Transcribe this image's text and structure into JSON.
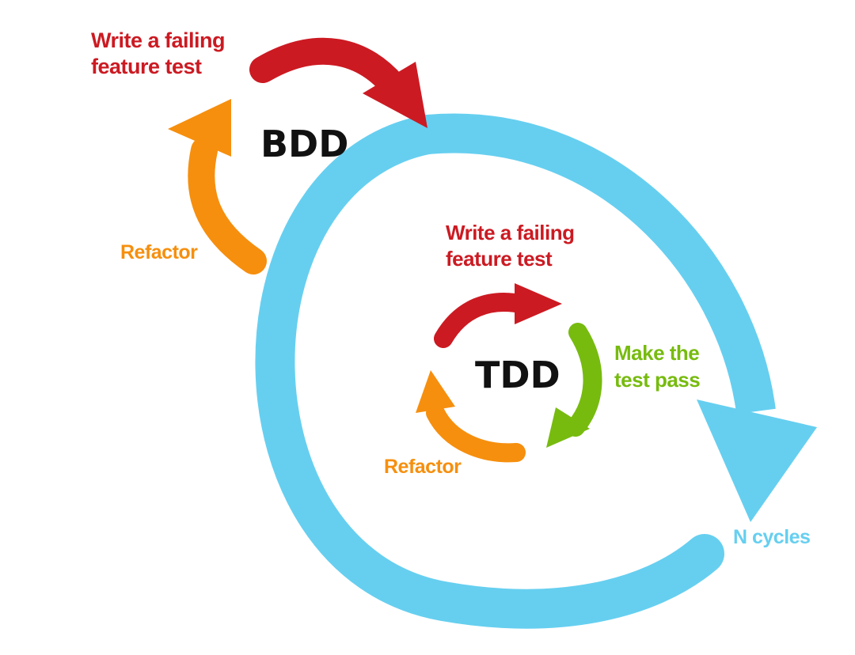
{
  "colors": {
    "red": "#cc1a22",
    "orange": "#f68f0e",
    "green": "#77bb0f",
    "blue": "#66cff0",
    "black": "#111111"
  },
  "bdd": {
    "title": "BDD",
    "step_write": [
      "Write a  failing",
      "feature test"
    ],
    "step_refactor": "Refactor"
  },
  "tdd": {
    "title": "TDD",
    "step_write": [
      "Write a  failing",
      "feature test"
    ],
    "step_pass": [
      "Make the",
      "test pass"
    ],
    "step_refactor": "Refactor"
  },
  "outer_cycle": {
    "label": "N cycles"
  }
}
